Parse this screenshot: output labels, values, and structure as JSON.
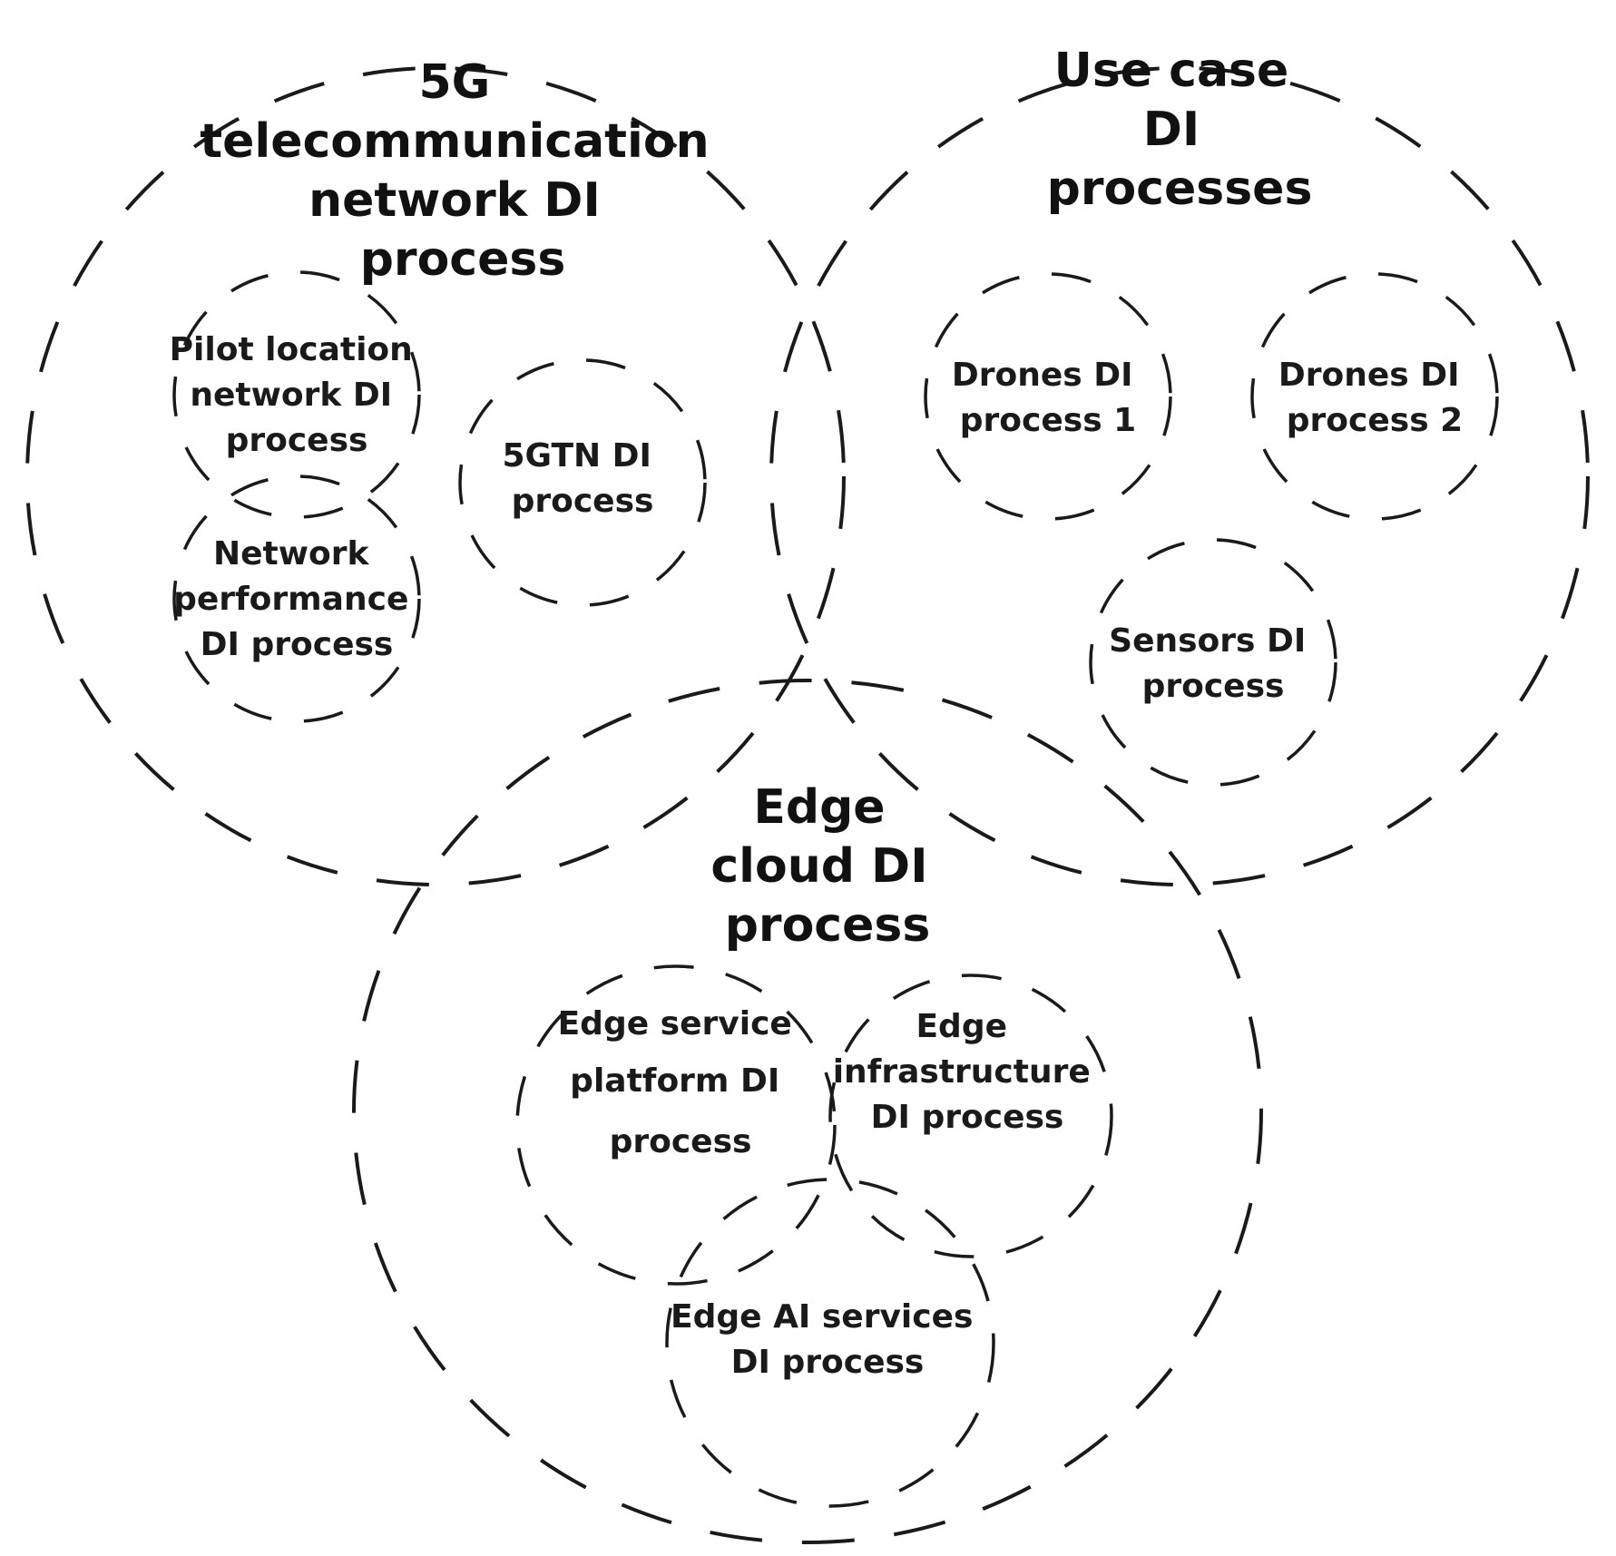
{
  "big_circles": {
    "network": {
      "title": [
        "5G",
        "telecommunication",
        "network DI",
        "process"
      ]
    },
    "usecase": {
      "title": [
        "Use case",
        "DI",
        "processes"
      ]
    },
    "edge": {
      "title": [
        "Edge",
        "cloud DI",
        "process"
      ]
    }
  },
  "small_circles": {
    "pilot": {
      "label": [
        "Pilot location",
        "network DI",
        "process"
      ]
    },
    "netperf": {
      "label": [
        "Network",
        "performance",
        "DI process"
      ]
    },
    "fivegtn": {
      "label": [
        "5GTN DI",
        "process"
      ]
    },
    "drones1": {
      "label": [
        "Drones DI",
        "process 1"
      ]
    },
    "drones2": {
      "label": [
        "Drones DI",
        "process 2"
      ]
    },
    "sensors": {
      "label": [
        "Sensors DI",
        "process"
      ]
    },
    "esp": {
      "label": [
        "Edge service",
        "platform DI",
        "process"
      ]
    },
    "einfra": {
      "label": [
        "Edge",
        "infrastructure",
        "DI process"
      ]
    },
    "eai": {
      "label": [
        "Edge AI services",
        "DI process"
      ]
    }
  }
}
